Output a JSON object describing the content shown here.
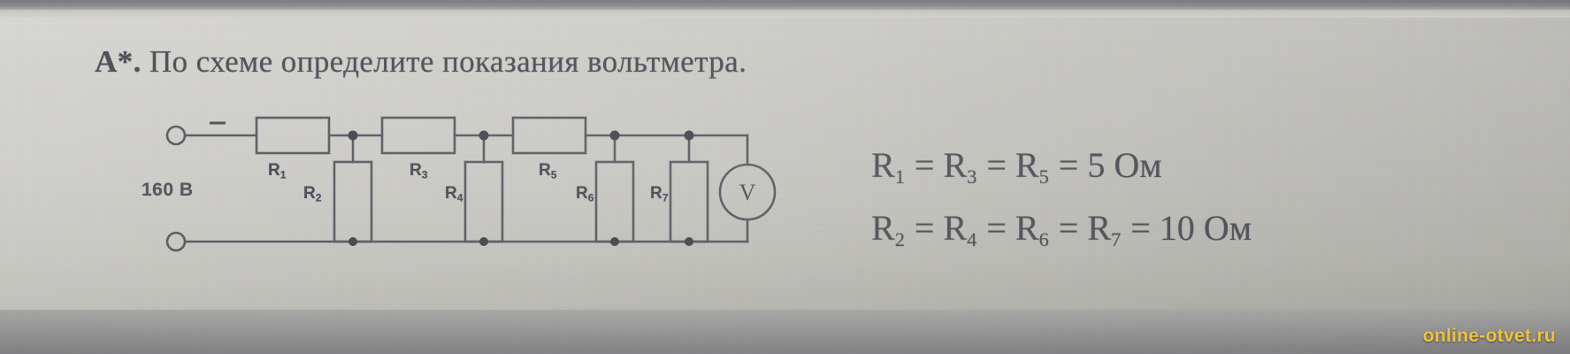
{
  "document": {
    "title": "А*. По схеме определите показания вольтметра.",
    "title_prefix": "А*.",
    "title_rest": " По схеме определите показания вольтметра."
  },
  "circuit": {
    "source_voltage_label": "160 В",
    "polarity_marker": "−",
    "voltmeter_symbol": "V",
    "resistor_labels": [
      {
        "name": "R",
        "index": "1"
      },
      {
        "name": "R",
        "index": "2"
      },
      {
        "name": "R",
        "index": "3"
      },
      {
        "name": "R",
        "index": "4"
      },
      {
        "name": "R",
        "index": "5"
      },
      {
        "name": "R",
        "index": "6"
      },
      {
        "name": "R",
        "index": "7"
      }
    ],
    "label_r1": "R₁",
    "label_r2": "R₂",
    "label_r3": "R₃",
    "label_r4": "R₄",
    "label_r5": "R₅",
    "label_r6": "R₆",
    "label_r7": "R₇"
  },
  "given": {
    "line1": "R₁ = R₃ = R₅ = 5 Ом",
    "line2": "R₂ = R₄ = R₆ = R₇ = 10 Ом",
    "line1_parts": {
      "a": "R",
      "a_sub": "1",
      "b": "R",
      "b_sub": "3",
      "c": "R",
      "c_sub": "5",
      "value": "5 Ом"
    },
    "line2_parts": {
      "a": "R",
      "a_sub": "2",
      "b": "R",
      "b_sub": "4",
      "c": "R",
      "c_sub": "6",
      "d": "R",
      "d_sub": "7",
      "value": "10 Ом"
    }
  },
  "watermark": {
    "text": "online-otvet.ru",
    "color": "#f0c23a"
  },
  "colors": {
    "ink": "#4a4a52",
    "paper": "#cbcac5",
    "line": "#55555e"
  }
}
